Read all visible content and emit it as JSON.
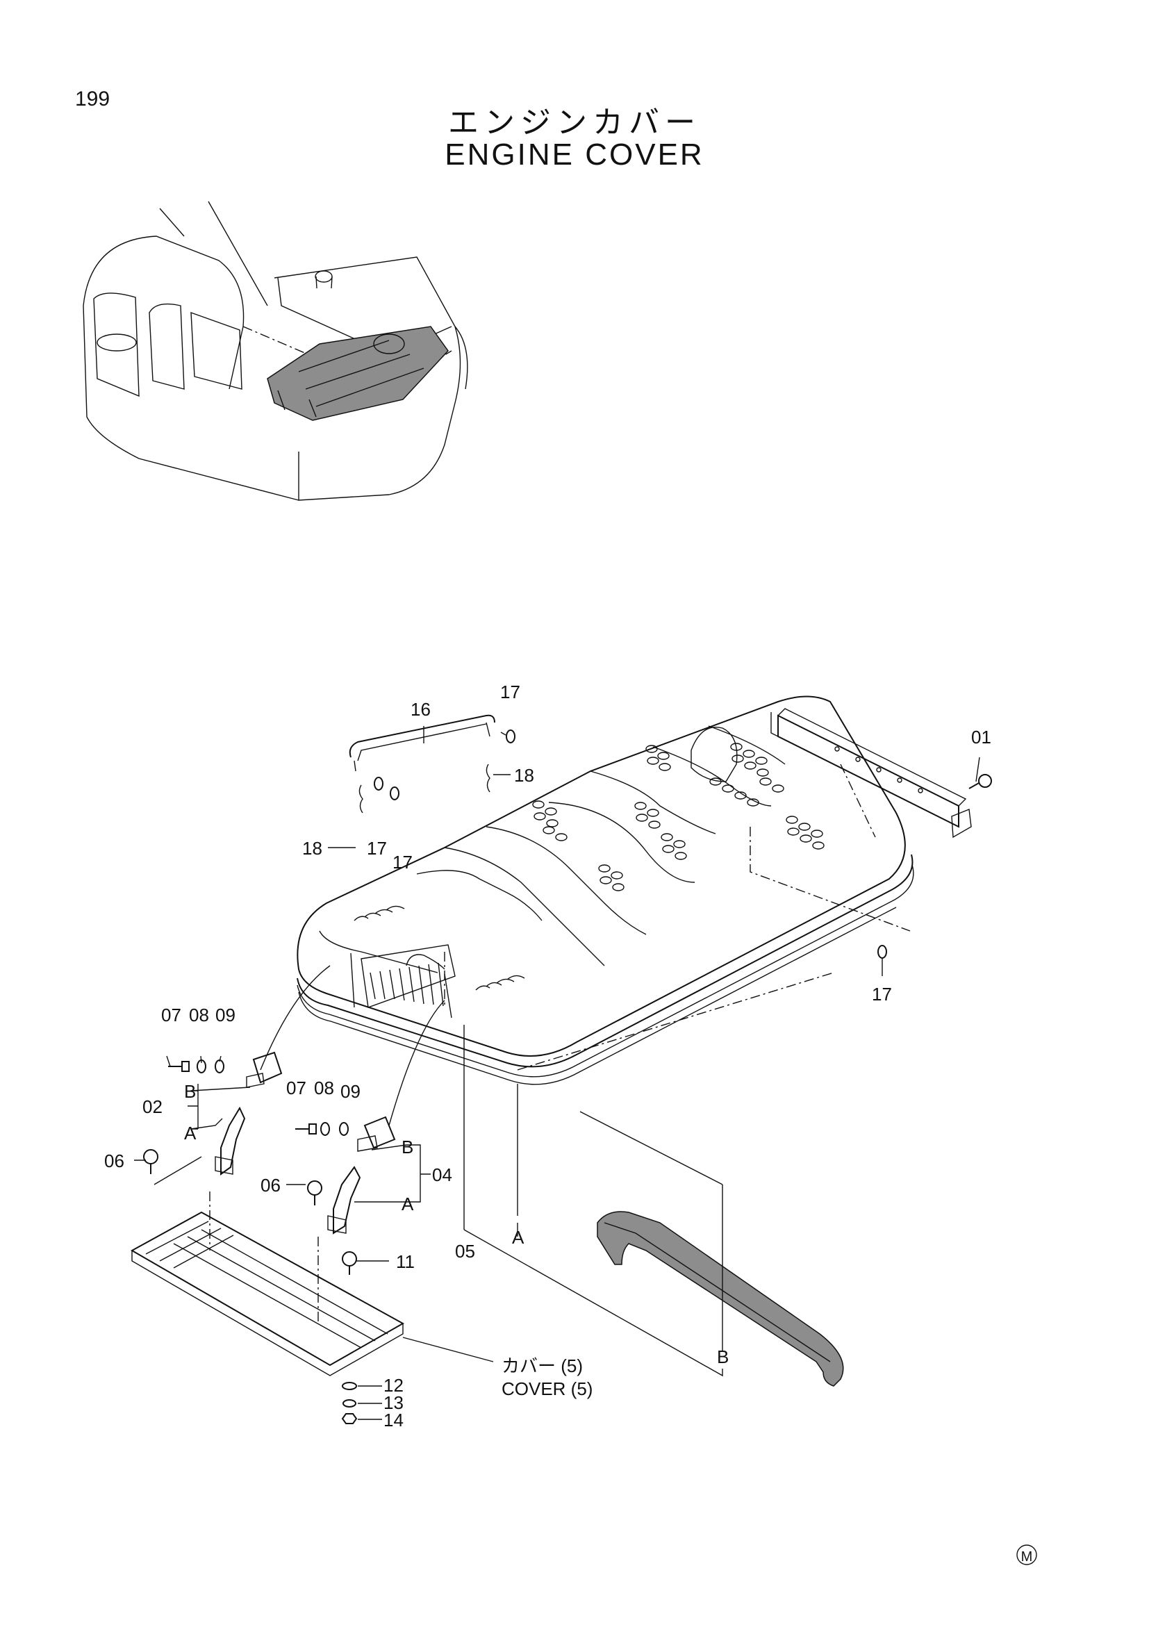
{
  "page": {
    "number": "199",
    "title_jp": "エンジンカバー",
    "title_en": "ENGINE COVER",
    "mark": "M"
  },
  "labels": {
    "p01": "01",
    "p02": "02",
    "p04": "04",
    "p05": "05",
    "p06a": "06",
    "p06b": "06",
    "p07a": "07",
    "p07b": "07",
    "p08a": "08",
    "p08b": "08",
    "p09a": "09",
    "p09b": "09",
    "p11": "11",
    "p12": "12",
    "p13": "13",
    "p14": "14",
    "p16": "16",
    "p17a": "17",
    "p17b": "17",
    "p17c": "17",
    "p17d": "17",
    "p18a": "18",
    "p18b": "18",
    "ref_a1": "A",
    "ref_b1": "B",
    "ref_a2": "A",
    "ref_b2": "B",
    "ref_a3": "A",
    "ref_b3": "B",
    "cover_jp": "カバー (5)",
    "cover_en": "COVER (5)"
  }
}
